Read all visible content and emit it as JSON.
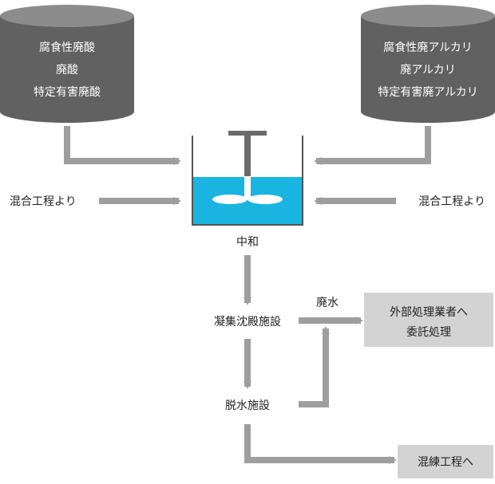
{
  "colors": {
    "tank_fill": "#616161",
    "tank_top": "#8c8c8c",
    "arrow": "#9e9e9e",
    "water": "#1ab4e0",
    "box_fill": "#d3d3d3",
    "text": "#222222"
  },
  "left_tank": {
    "lines": [
      "腐食性廃酸",
      "廃酸",
      "特定有害廃酸"
    ]
  },
  "right_tank": {
    "lines": [
      "腐食性廃アルカリ",
      "廃アルカリ",
      "特定有害廃アルカリ"
    ]
  },
  "left_mix_label": "混合工程より",
  "right_mix_label": "混合工程より",
  "neutralization_label": "中和",
  "sedimentation_label": "凝集沈殿施設",
  "wastewater_label": "廃水",
  "outsource_box": {
    "lines": [
      "外部処理業者へ",
      "委託処理"
    ]
  },
  "dewatering_label": "脱水施設",
  "kneading_box": {
    "label": "混練工程へ"
  }
}
